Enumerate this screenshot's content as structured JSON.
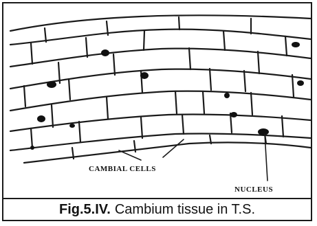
{
  "figure": {
    "number": "Fig.5.IV.",
    "caption": "Cambium tissue in T.S."
  },
  "labels": {
    "cambial_cells": "CAMBIAL CELLS",
    "nucleus": "NUCLEUS"
  }
}
